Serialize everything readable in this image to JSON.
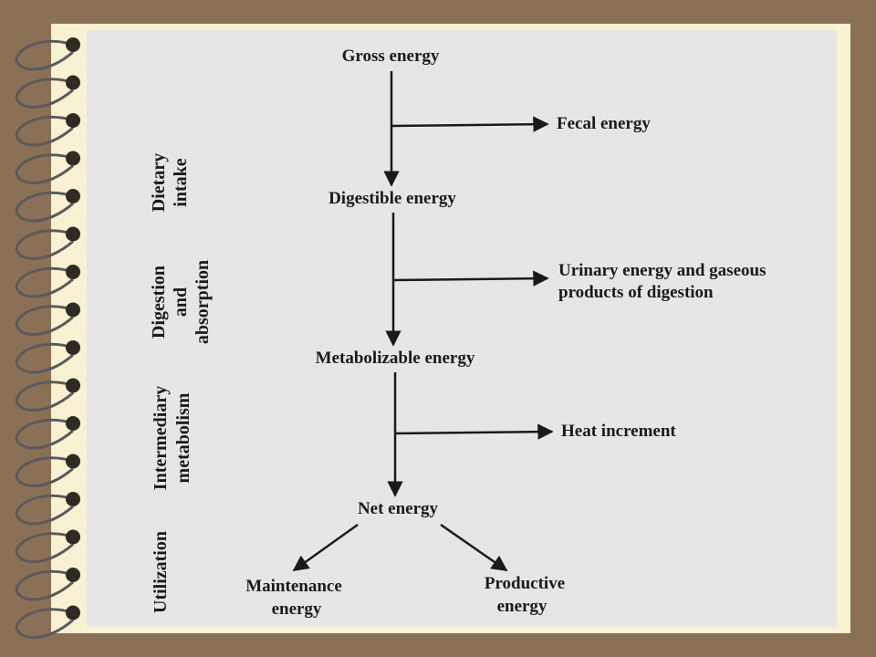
{
  "diagram": {
    "nodes": {
      "gross": "Gross energy",
      "fecal": "Fecal energy",
      "digestible": "Digestible energy",
      "urinary_line1": "Urinary energy and gaseous",
      "urinary_line2": "products of digestion",
      "metabolizable": "Metabolizable energy",
      "heat": "Heat increment",
      "net": "Net energy",
      "maintenance_line1": "Maintenance",
      "maintenance_line2": "energy",
      "productive_line1": "Productive",
      "productive_line2": "energy"
    },
    "stages": {
      "dietary_line1": "Dietary",
      "dietary_line2": "intake",
      "digestion_line1": "Digestion",
      "digestion_line2": "and",
      "digestion_line3": "absorption",
      "intermediary_line1": "Intermediary",
      "intermediary_line2": "metabolism",
      "utilization": "Utilization"
    }
  }
}
